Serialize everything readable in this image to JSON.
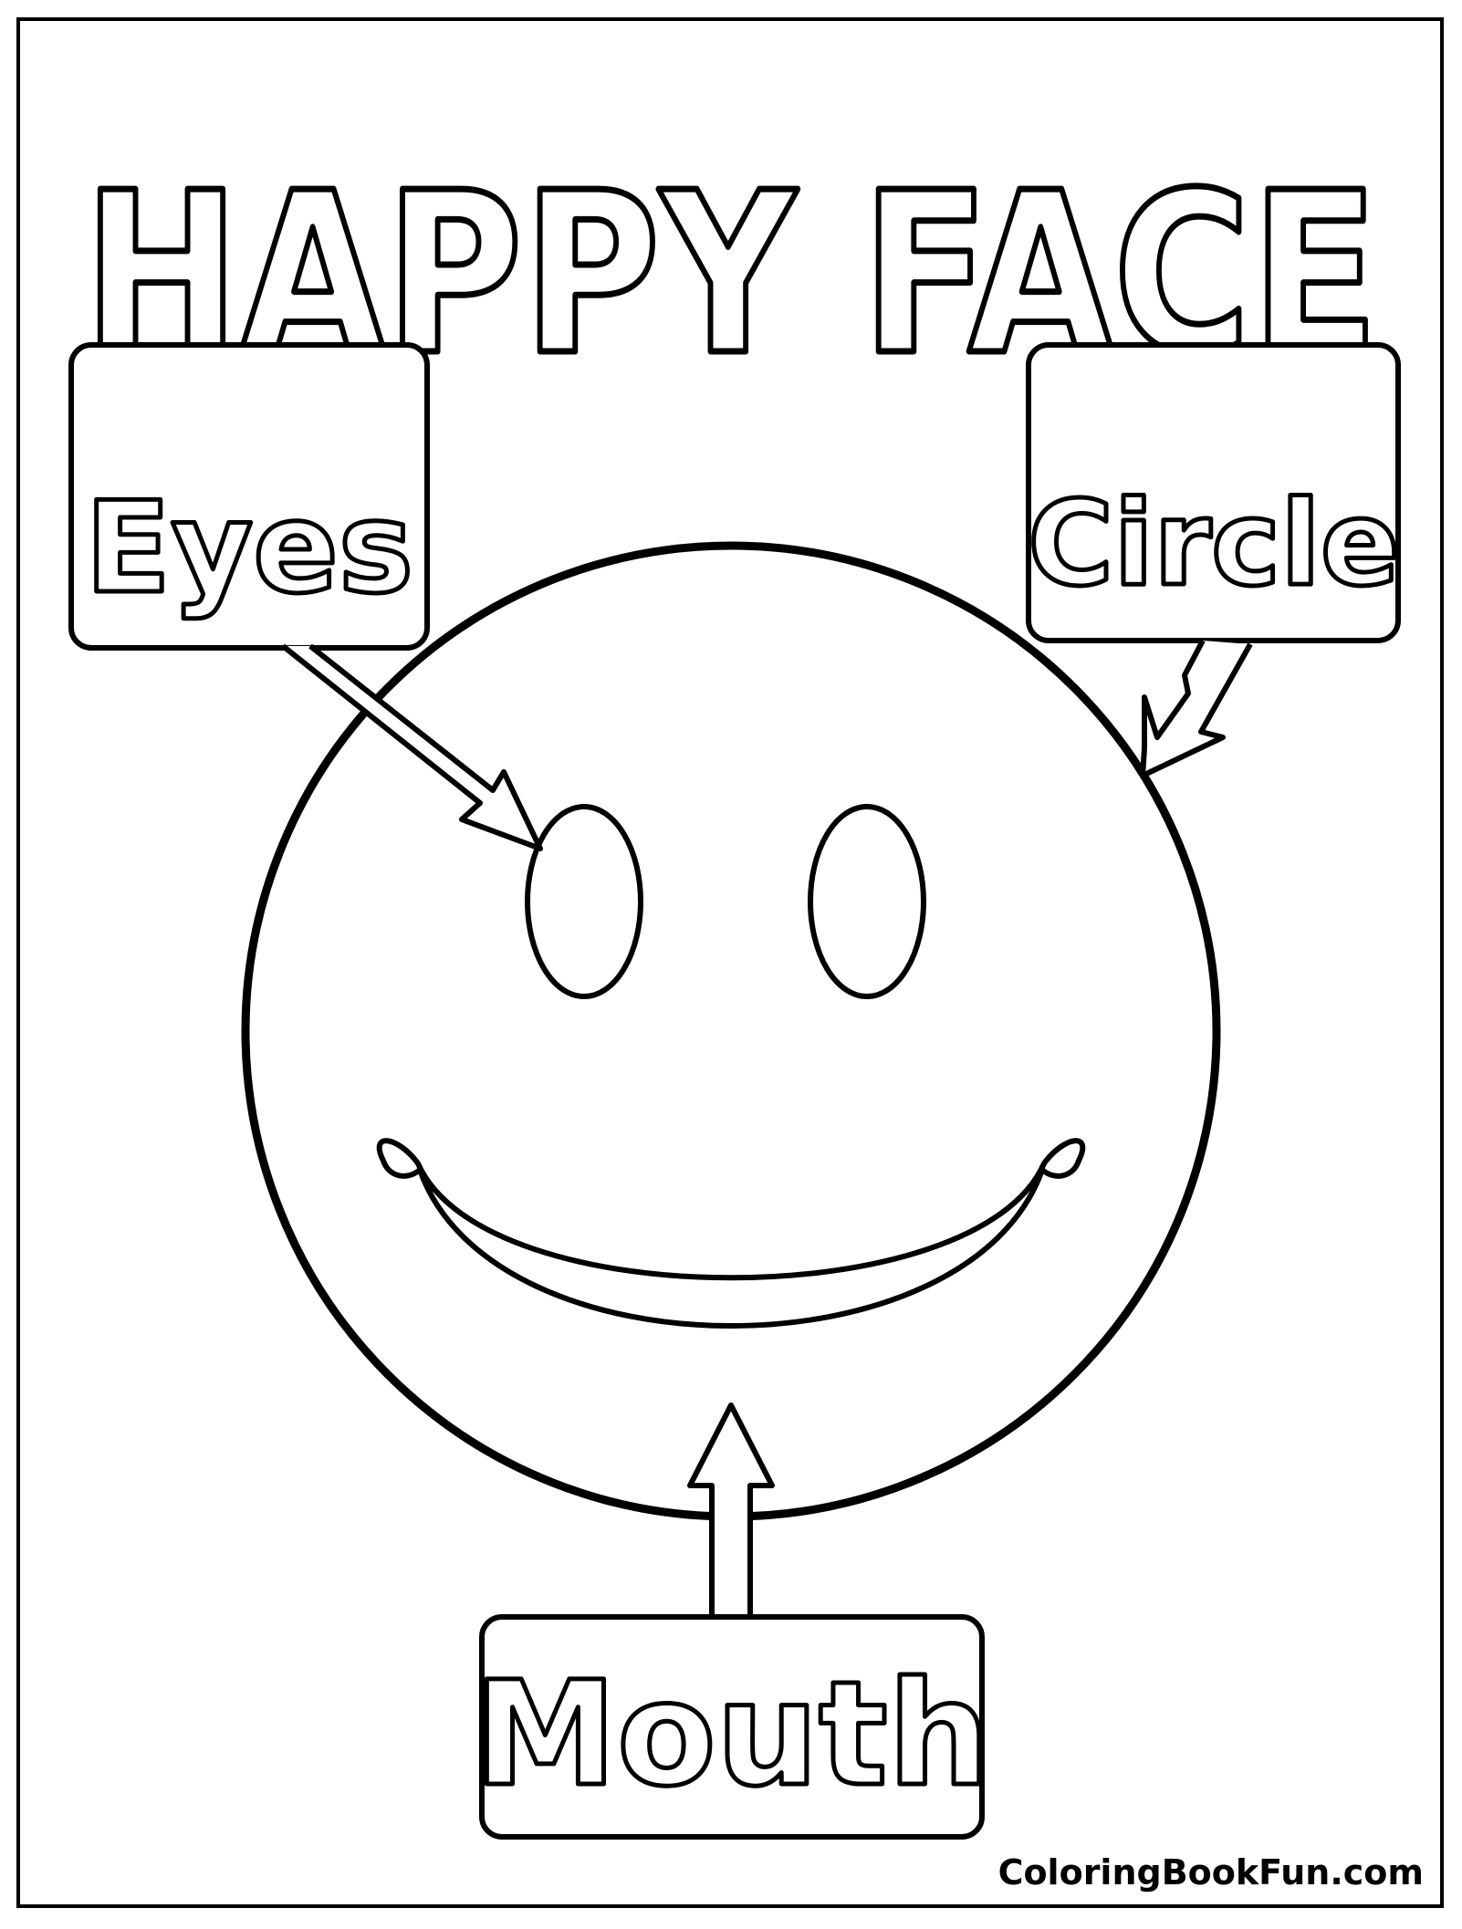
{
  "title": "HAPPY FACE",
  "labels": {
    "eyes": "Eyes",
    "circle": "Circle",
    "mouth": "Mouth"
  },
  "footer": "ColoringBookFun.com",
  "colors": {
    "line": "#000000",
    "fill": "#ffffff"
  }
}
